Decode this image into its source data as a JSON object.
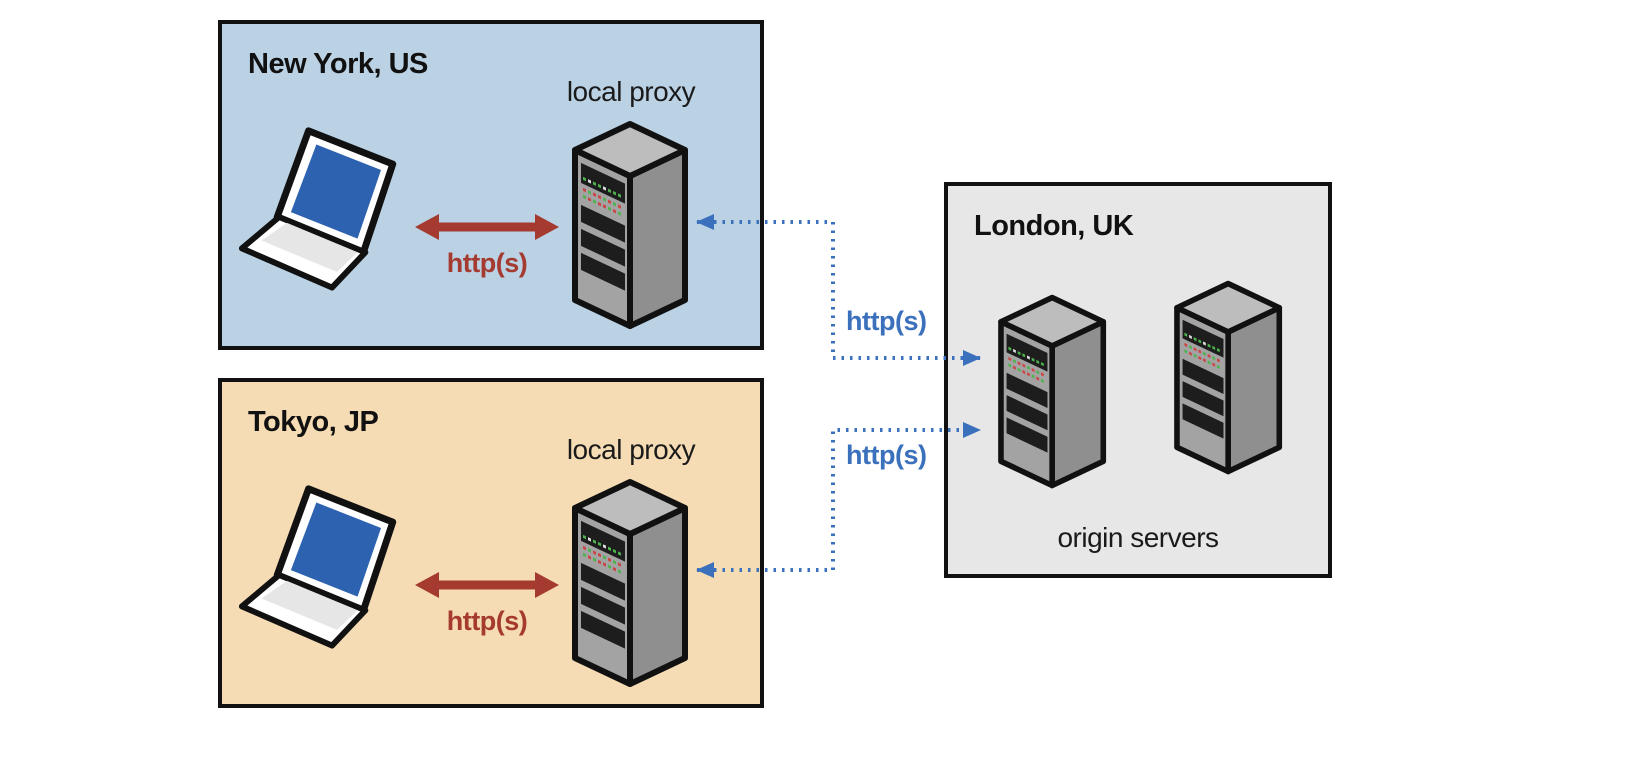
{
  "diagram": {
    "regions": {
      "new_york": {
        "title": "New York, US",
        "proxy_label": "local proxy",
        "lan_link_label": "http(s)"
      },
      "tokyo": {
        "title": "Tokyo, JP",
        "proxy_label": "local proxy",
        "lan_link_label": "http(s)"
      },
      "london": {
        "title": "London, UK",
        "servers_label": "origin servers"
      }
    },
    "wan_links": {
      "new_york_to_london_label": "http(s)",
      "tokyo_to_london_label": "http(s)"
    },
    "colors": {
      "new_york_bg": "#bad2e4",
      "tokyo_bg": "#f6dcb4",
      "london_bg": "#e7e7e7",
      "lan_link": "#a53a30",
      "wan_link": "#3b70bd",
      "laptop_screen": "#2d62b0",
      "outline": "#111111"
    }
  }
}
